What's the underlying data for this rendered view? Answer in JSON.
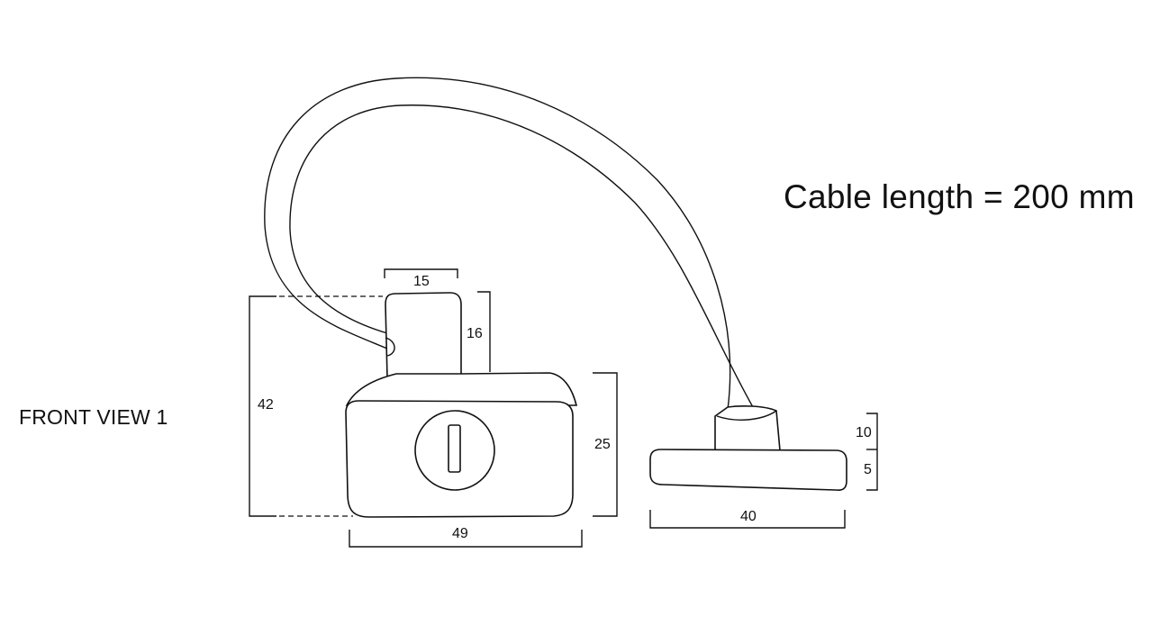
{
  "view_label": "FRONT VIEW 1",
  "cable_note": "Cable length = 200 mm",
  "dimensions": {
    "lock_overall_height": "42",
    "neck_width": "15",
    "neck_height": "16",
    "lock_body_height": "25",
    "lock_body_width": "49",
    "t_bar_width": "40",
    "t_bar_stem_height": "10",
    "t_bar_base_height": "5"
  }
}
